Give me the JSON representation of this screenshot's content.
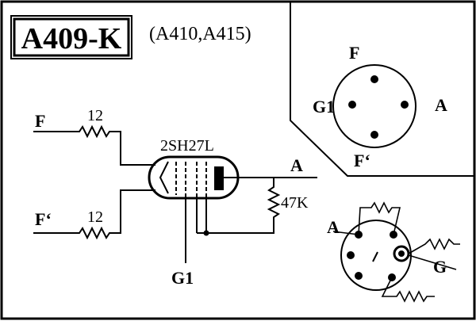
{
  "header": {
    "model": "A409-K",
    "equivalents": "(A410,A415)"
  },
  "schematic": {
    "tube_type": "2SH27L",
    "filament_label": "F",
    "filament_return_label": "F‘",
    "anode_label": "A",
    "grid_label": "G1",
    "filament_resistor": "12",
    "filament_return_resistor": "12",
    "anode_resistor": "47K"
  },
  "base_view": {
    "pins": {
      "top": "F",
      "left": "G1",
      "right": "A",
      "bottom": "F‘"
    }
  },
  "adapter_view": {
    "anode_label": "A",
    "grid_label": "G"
  }
}
